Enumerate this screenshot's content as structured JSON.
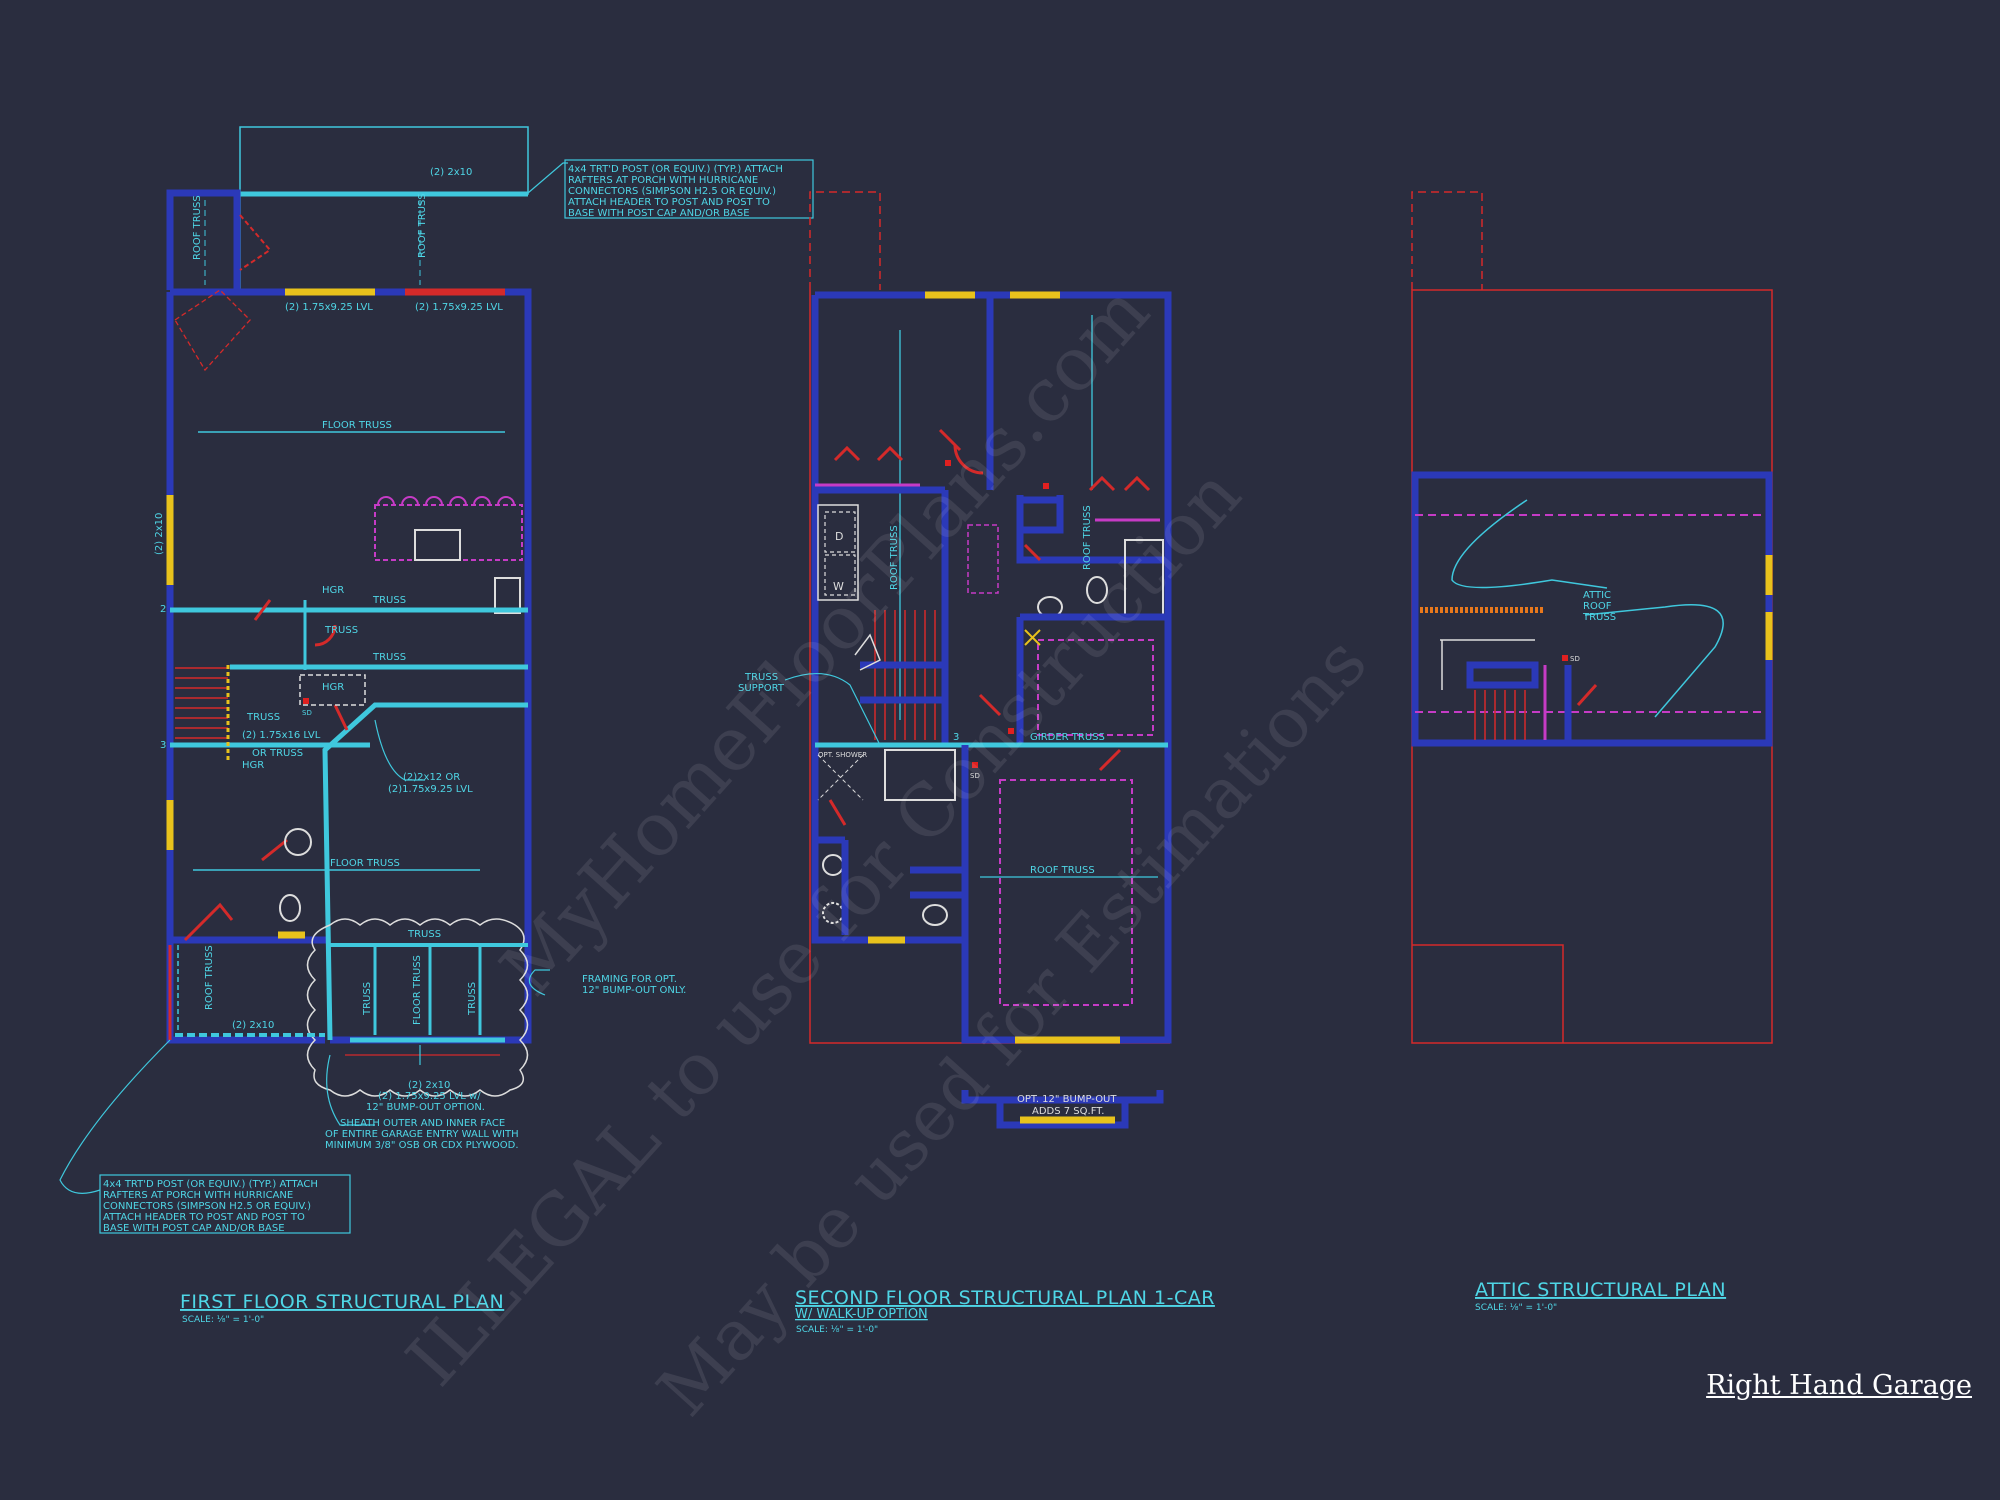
{
  "first_floor": {
    "title": "FIRST FLOOR STRUCTURAL PLAN",
    "scale": "SCALE: ⅛\" = 1'-0\"",
    "labels": {
      "porch_header": "(2) 2x10",
      "lvl_left": "(2) 1.75x9.25 LVL",
      "lvl_right": "(2) 1.75x9.25 LVL",
      "roof_truss_a": "ROOF TRUSS",
      "roof_truss_b": "ROOF TRUSS",
      "floor_truss_top": "FLOOR TRUSS",
      "side_header": "(2) 2x10",
      "hgr_1": "HGR",
      "truss_1": "TRUSS",
      "truss_2": "TRUSS",
      "truss_3": "TRUSS",
      "hgr_2": "HGR",
      "truss_4": "TRUSS",
      "lvl_16": "(2) 1.75x16 LVL",
      "or_truss": "OR TRUSS",
      "hgr_3": "HGR",
      "sd": "SD",
      "beam_note_1": "(2)2x12 OR",
      "beam_note_2": "(2)1.75x9.25 LVL",
      "floor_truss_mid": "FLOOR TRUSS",
      "truss_5": "TRUSS",
      "roof_truss_c": "ROOF TRUSS",
      "garage_header": "(2) 2x10",
      "truss_v1": "TRUSS",
      "floor_truss_v": "FLOOR TRUSS",
      "truss_v2": "TRUSS",
      "bump_note_1": "FRAMING FOR OPT.",
      "bump_note_2": "12\" BUMP-OUT ONLY.",
      "g_note_1": "(2) 2x10",
      "g_note_2": "(2) 1.75x9.25 LVL w/",
      "g_note_3": "12\" BUMP-OUT OPTION.",
      "g_note_4": "SHEATH OUTER AND INNER FACE",
      "g_note_5": "OF ENTIRE GARAGE ENTRY WALL WITH",
      "g_note_6": "MINIMUM 3/8\" OSB OR CDX PLYWOOD.",
      "mark_2": "2",
      "mark_3": "3"
    },
    "post_note_top": [
      "4x4 TRT'D POST (OR EQUIV.) (TYP.) ATTACH",
      "RAFTERS AT PORCH WITH HURRICANE",
      "CONNECTORS (SIMPSON H2.5 OR EQUIV.)",
      "ATTACH HEADER TO POST AND POST TO",
      "BASE WITH POST CAP AND/OR BASE"
    ],
    "post_note_bottom": [
      "4x4 TRT'D POST (OR EQUIV.) (TYP.) ATTACH",
      "RAFTERS AT PORCH WITH HURRICANE",
      "CONNECTORS (SIMPSON H2.5 OR EQUIV.)",
      "ATTACH HEADER TO POST AND POST TO",
      "BASE WITH POST CAP AND/OR BASE"
    ]
  },
  "second_floor": {
    "title_line1": "SECOND FLOOR STRUCTURAL PLAN 1-CAR",
    "title_line2": "W/ WALK-UP OPTION",
    "scale": "SCALE: ⅛\" = 1'-0\"",
    "labels": {
      "roof_truss_1": "ROOF TRUSS",
      "roof_truss_2": "ROOF TRUSS",
      "truss_support_1": "TRUSS",
      "truss_support_2": "SUPPORT",
      "girder_truss": "GIRDER TRUSS",
      "opt_shower": "OPT. SHOWER",
      "roof_truss_3": "ROOF TRUSS",
      "sd": "SD",
      "washer": "W",
      "dryer": "D",
      "mark_3": "3"
    },
    "bump_note_1": "OPT. 12\" BUMP-OUT",
    "bump_note_2": "ADDS 7 SQ.FT."
  },
  "attic": {
    "title": "ATTIC STRUCTURAL PLAN",
    "scale": "SCALE: ⅛\" = 1'-0\"",
    "attic_label": [
      "ATTIC",
      "ROOF",
      "TRUSS"
    ],
    "sd": "SD"
  },
  "watermark": {
    "line1": "MyHomeFloorPlans.com",
    "line2": "ILLEGAL to use for Construction",
    "line3": "May be used for Estimations"
  },
  "footer": {
    "garage_label": "Right Hand Garage"
  },
  "colors": {
    "background": "#2a2d3f",
    "wall": "#2b39b8",
    "annotation": "#4fd6e6",
    "door": "#d42a2a",
    "hidden": "#c63bc6",
    "window": "#e8c21c"
  }
}
